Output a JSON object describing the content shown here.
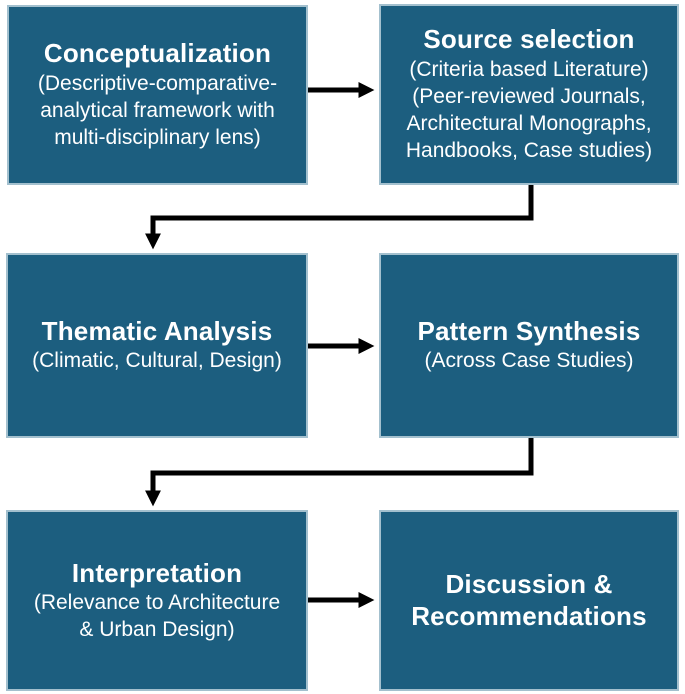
{
  "diagram": {
    "type": "flowchart",
    "colors": {
      "box_fill": "#1C5E7F",
      "box_border": "#A3C0CE",
      "arrow_color": "#000000",
      "text_color": "#FFFFFF",
      "background": "#FFFFFF"
    },
    "boxes": [
      {
        "id": "conceptualization",
        "title": "Conceptualization",
        "subtitle_lines": [
          "(Descriptive-comparative-",
          "analytical framework with",
          "multi-disciplinary lens)"
        ]
      },
      {
        "id": "source-selection",
        "title": "Source selection",
        "subtitle_lines": [
          "(Criteria based Literature)",
          "(Peer-reviewed Journals,",
          "Architectural Monographs,",
          "Handbooks, Case studies)"
        ]
      },
      {
        "id": "thematic-analysis",
        "title": "Thematic Analysis",
        "subtitle_lines": [
          "(Climatic, Cultural, Design)"
        ]
      },
      {
        "id": "pattern-synthesis",
        "title": "Pattern Synthesis",
        "subtitle_lines": [
          "(Across Case Studies)"
        ]
      },
      {
        "id": "interpretation",
        "title": "Interpretation",
        "subtitle_lines": [
          "(Relevance to Architecture",
          "& Urban Design)"
        ]
      },
      {
        "id": "discussion-recommendations",
        "title_lines": [
          "Discussion &",
          "Recommendations"
        ],
        "subtitle_lines": []
      }
    ],
    "connections": [
      {
        "from": "conceptualization",
        "to": "source-selection",
        "shape": "straight-right-arrow"
      },
      {
        "from": "source-selection",
        "to": "thematic-analysis",
        "shape": "elbow-down-left-down-arrow"
      },
      {
        "from": "thematic-analysis",
        "to": "pattern-synthesis",
        "shape": "straight-right-arrow"
      },
      {
        "from": "pattern-synthesis",
        "to": "interpretation",
        "shape": "elbow-down-left-down-arrow"
      },
      {
        "from": "interpretation",
        "to": "discussion-recommendations",
        "shape": "straight-right-arrow"
      }
    ]
  }
}
